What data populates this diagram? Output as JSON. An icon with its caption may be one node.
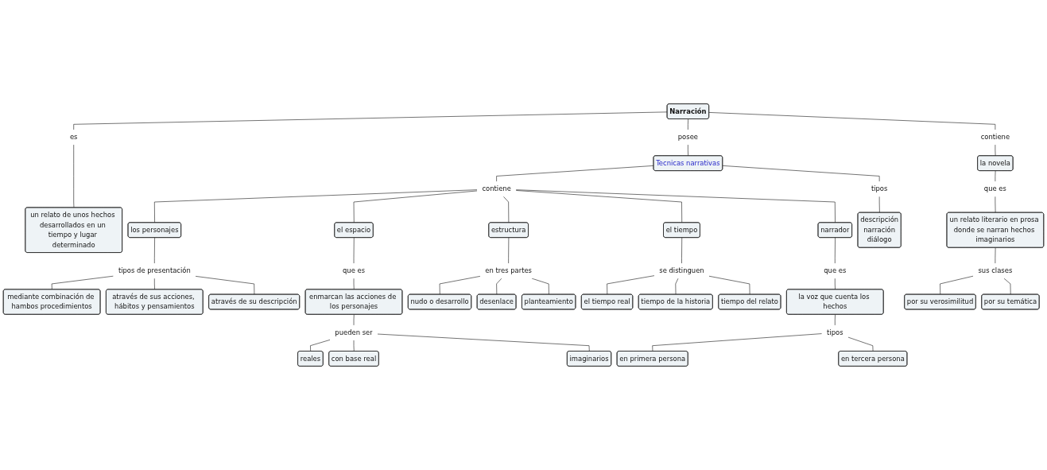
{
  "diagram": {
    "nodes": [
      {
        "text": [
          "Narración"
        ]
      },
      {
        "text": [
          "es"
        ]
      },
      {
        "text": [
          "un relato de unos hechos desarrollados en un tiempo y lugar determinado"
        ]
      },
      {
        "text": [
          "posee"
        ]
      },
      {
        "text": [
          "contiene"
        ]
      },
      {
        "text": [
          "la novela"
        ]
      },
      {
        "text": [
          "Tecnicas narrativas"
        ]
      },
      {
        "text": [
          "tipos"
        ]
      },
      {
        "text": [
          "descripción",
          "narración",
          "diálogo"
        ]
      },
      {
        "text": [
          "que es"
        ]
      },
      {
        "text": [
          "contiene"
        ]
      },
      {
        "text": [
          "los personajes"
        ]
      },
      {
        "text": [
          "el espacio"
        ]
      },
      {
        "text": [
          "estructura"
        ]
      },
      {
        "text": [
          "el tiempo"
        ]
      },
      {
        "text": [
          "narrador"
        ]
      },
      {
        "text": [
          "un relato literario en prosa donde se narran hechos imaginarios"
        ]
      },
      {
        "text": [
          "tipos de presentación"
        ]
      },
      {
        "text": [
          "que es"
        ]
      },
      {
        "text": [
          "en tres partes"
        ]
      },
      {
        "text": [
          "se distinguen"
        ]
      },
      {
        "text": [
          "que es"
        ]
      },
      {
        "text": [
          "sus clases"
        ]
      },
      {
        "text": [
          "através de su descripción"
        ]
      },
      {
        "text": [
          "nudo o desarrollo"
        ]
      },
      {
        "text": [
          "planteamiento"
        ]
      },
      {
        "text": [
          "la voz que cuenta los hechos"
        ]
      },
      {
        "text": [
          "por su verosimilitud"
        ]
      },
      {
        "text": [
          "por su temática"
        ]
      },
      {
        "text": [
          "mediante combinación de hambos procedimientos"
        ]
      },
      {
        "text": [
          "desenlace"
        ]
      },
      {
        "text": [
          "tiempo del relato"
        ]
      },
      {
        "text": [
          "enmarcan las acciones de los personajes"
        ]
      },
      {
        "text": [
          "tipos"
        ]
      },
      {
        "text": [
          "en tercera persona"
        ]
      },
      {
        "text": [
          "através de sus acciones, hábitos y pensamientos"
        ]
      },
      {
        "text": [
          "el tiempo real"
        ]
      },
      {
        "text": [
          "en primera persona"
        ]
      },
      {
        "text": [
          "tiempo de la historia"
        ]
      },
      {
        "text": [
          "pueden ser"
        ]
      },
      {
        "text": [
          "reales"
        ]
      },
      {
        "text": [
          "imaginarios"
        ]
      },
      {
        "text": [
          "con base real"
        ]
      }
    ],
    "edges": [
      {
        "from": 0,
        "to": 1,
        "arrow": "none"
      },
      {
        "from": 1,
        "to": 2,
        "arrow": "none"
      },
      {
        "from": 0,
        "to": 3,
        "arrow": "none"
      },
      {
        "from": 3,
        "to": 6,
        "arrow": "none"
      },
      {
        "from": 6,
        "to": 10,
        "arrow": "none"
      },
      {
        "from": 10,
        "to": 11,
        "arrow": "none"
      },
      {
        "from": 10,
        "to": 12,
        "arrow": "none"
      },
      {
        "from": 10,
        "to": 13,
        "arrow": "none"
      },
      {
        "from": 10,
        "to": 14,
        "arrow": "none"
      },
      {
        "from": 10,
        "to": 15,
        "arrow": "none"
      },
      {
        "from": 6,
        "to": 7,
        "arrow": "none"
      },
      {
        "from": 7,
        "to": 8,
        "arrow": "none"
      },
      {
        "from": 0,
        "to": 4,
        "arrow": "none"
      },
      {
        "from": 4,
        "to": 5,
        "arrow": "none"
      },
      {
        "from": 5,
        "to": 9,
        "arrow": "none"
      },
      {
        "from": 9,
        "to": 16,
        "arrow": "none"
      },
      {
        "from": 11,
        "to": 17,
        "arrow": "none"
      },
      {
        "from": 17,
        "to": 29,
        "arrow": "none"
      },
      {
        "from": 17,
        "to": 35,
        "arrow": "none"
      },
      {
        "from": 17,
        "to": 23,
        "arrow": "none"
      },
      {
        "from": 12,
        "to": 18,
        "arrow": "none"
      },
      {
        "from": 18,
        "to": 32,
        "arrow": "none"
      },
      {
        "from": 13,
        "to": 19,
        "arrow": "none"
      },
      {
        "from": 19,
        "to": 24,
        "arrow": "none"
      },
      {
        "from": 19,
        "to": 30,
        "arrow": "none"
      },
      {
        "from": 19,
        "to": 25,
        "arrow": "none"
      },
      {
        "from": 14,
        "to": 20,
        "arrow": "none"
      },
      {
        "from": 20,
        "to": 36,
        "arrow": "none"
      },
      {
        "from": 20,
        "to": 38,
        "arrow": "none"
      },
      {
        "from": 20,
        "to": 31,
        "arrow": "none"
      },
      {
        "from": 15,
        "to": 21,
        "arrow": "none"
      },
      {
        "from": 21,
        "to": 26,
        "arrow": "none"
      },
      {
        "from": 16,
        "to": 22,
        "arrow": "none"
      },
      {
        "from": 22,
        "to": 27,
        "arrow": "none"
      },
      {
        "from": 22,
        "to": 28,
        "arrow": "none"
      },
      {
        "from": 26,
        "to": 33,
        "arrow": "none"
      },
      {
        "from": 33,
        "to": 37,
        "arrow": "none"
      },
      {
        "from": 33,
        "to": 34,
        "arrow": "none"
      },
      {
        "from": 32,
        "to": 39,
        "arrow": "none"
      },
      {
        "from": 39,
        "to": 40,
        "arrow": "none"
      },
      {
        "from": 39,
        "to": 42,
        "arrow": "none"
      },
      {
        "from": 39,
        "to": 41,
        "arrow": "none"
      }
    ]
  }
}
